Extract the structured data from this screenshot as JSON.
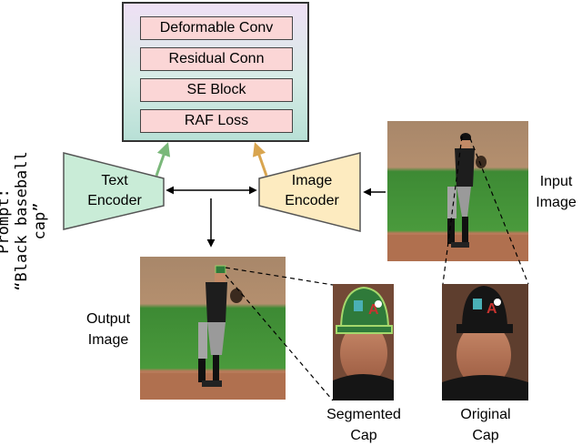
{
  "prompt": {
    "label": "Prompt:",
    "text_line1": "“Black baseball",
    "text_line2": "cap”"
  },
  "modules": [
    "Deformable Conv",
    "Residual Conn",
    "SE Block",
    "RAF Loss"
  ],
  "text_encoder": {
    "line1": "Text",
    "line2": "Encoder"
  },
  "image_encoder": {
    "line1": "Image",
    "line2": "Encoder"
  },
  "input_image": {
    "line1": "Input",
    "line2": "Image"
  },
  "output_image": {
    "line1": "Output",
    "line2": "Image"
  },
  "segmented_cap": {
    "line1": "Segmented",
    "line2": "Cap"
  },
  "original_cap": {
    "line1": "Original",
    "line2": "Cap"
  },
  "colors": {
    "text_encoder_fill": "#c9ecd7",
    "image_encoder_fill": "#fdebc0",
    "text_arrow": "#7ab87a",
    "image_arrow": "#d9a54f",
    "segmented_cap_green": "#2f7a3a",
    "original_cap_black": "#151515"
  }
}
